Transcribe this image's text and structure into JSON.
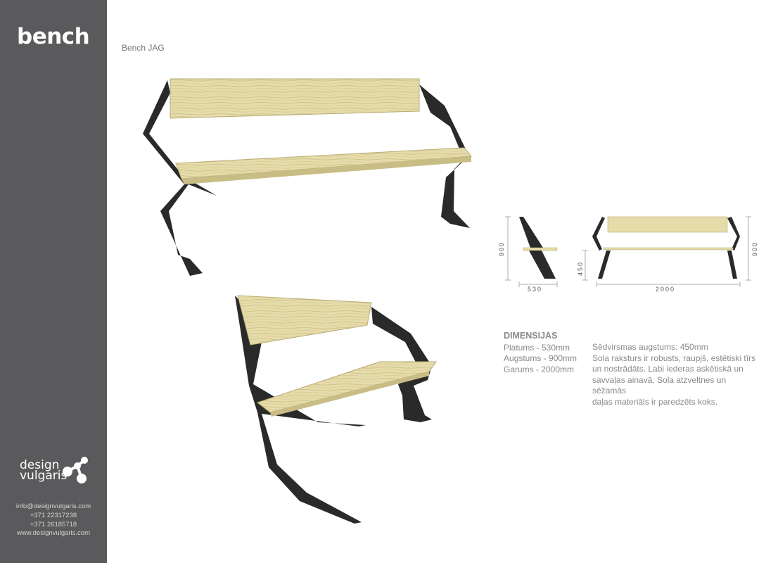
{
  "sidebar": {
    "title": "bench",
    "logo": {
      "line1": "design",
      "line2": "vulgaris",
      "mark_icon": "molecule-icon"
    },
    "contact": {
      "email": "info@designvulgaris.com",
      "phone1": "+371 22317238",
      "phone2": "+371 26185718",
      "website": "www.designvulgaris.com"
    }
  },
  "main": {
    "product_name": "Bench JAG",
    "drawings": {
      "side": {
        "height": "900",
        "depth": "530"
      },
      "front": {
        "seat_height": "450",
        "length": "2000",
        "height": "900"
      }
    },
    "dimensions": {
      "heading": "DIMENSIJAS",
      "items": [
        "Platums - 530mm",
        "Augstums - 900mm",
        "Garums - 2000mm"
      ]
    },
    "description": {
      "line1": "Sēdvirsmas augstums: 450mm",
      "line2": "Sola raksturs ir robusts, raupjš, estētiski tīrs",
      "line3": "un nostrādāts. Labi iederas askētiskā un",
      "line4": "savvaļas ainavā. Sola atzveltnes un sēžamās",
      "line5": "daļas materiāls ir paredzēts koks."
    }
  },
  "colors": {
    "sidebar_bg": "#5a5a5c",
    "steel": "#2a2a2a",
    "wood_light": "#e8dfae",
    "wood_dark": "#c7bb82",
    "text_gray": "#8a8a8a"
  }
}
